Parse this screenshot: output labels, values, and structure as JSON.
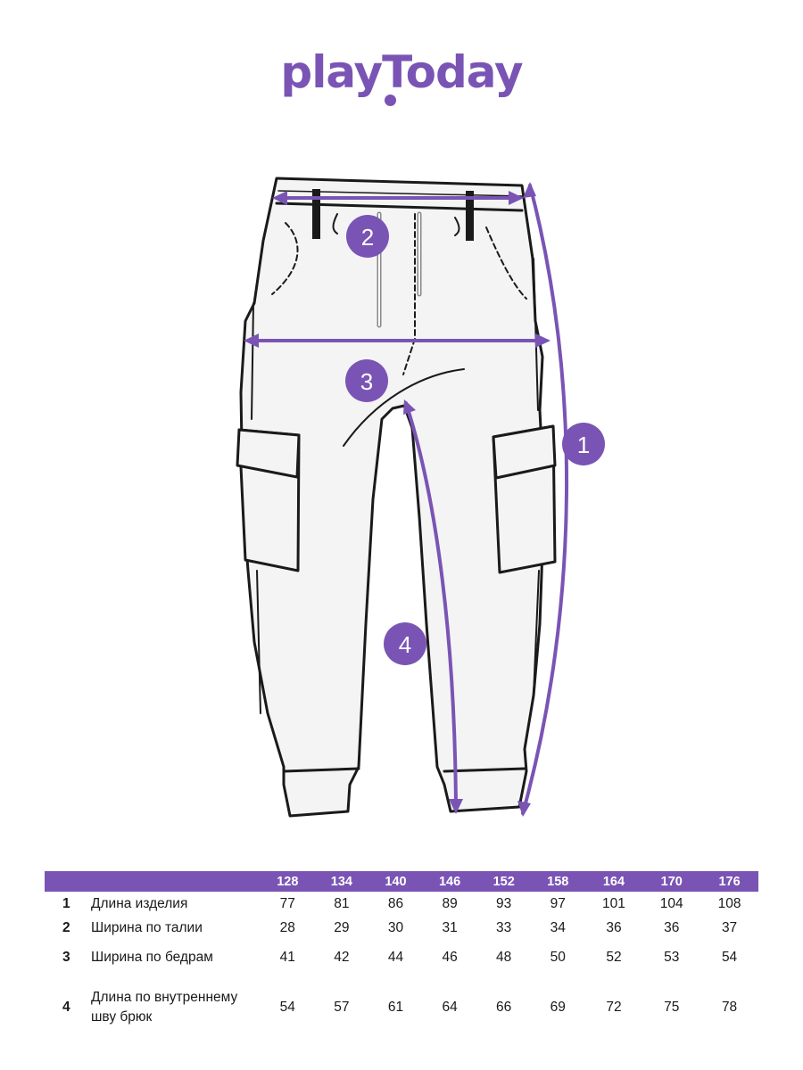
{
  "brand": {
    "name": "playToday",
    "color": "#7a54b4"
  },
  "badges": [
    "1",
    "2",
    "3",
    "4"
  ],
  "size_table": {
    "sizes": [
      "128",
      "134",
      "140",
      "146",
      "152",
      "158",
      "164",
      "170",
      "176"
    ],
    "rows": [
      {
        "num": "1",
        "name": "Длина изделия",
        "values": [
          "77",
          "81",
          "86",
          "89",
          "93",
          "97",
          "101",
          "104",
          "108"
        ]
      },
      {
        "num": "2",
        "name": "Ширина по талии",
        "values": [
          "28",
          "29",
          "30",
          "31",
          "33",
          "34",
          "36",
          "36",
          "37"
        ]
      },
      {
        "num": "3",
        "name": "Ширина по бедрам",
        "values": [
          "41",
          "42",
          "44",
          "46",
          "48",
          "50",
          "52",
          "53",
          "54"
        ]
      },
      {
        "num": "4",
        "name": "Длина по внутреннему шву брюк",
        "values": [
          "54",
          "57",
          "61",
          "64",
          "66",
          "69",
          "72",
          "75",
          "78"
        ]
      }
    ]
  }
}
